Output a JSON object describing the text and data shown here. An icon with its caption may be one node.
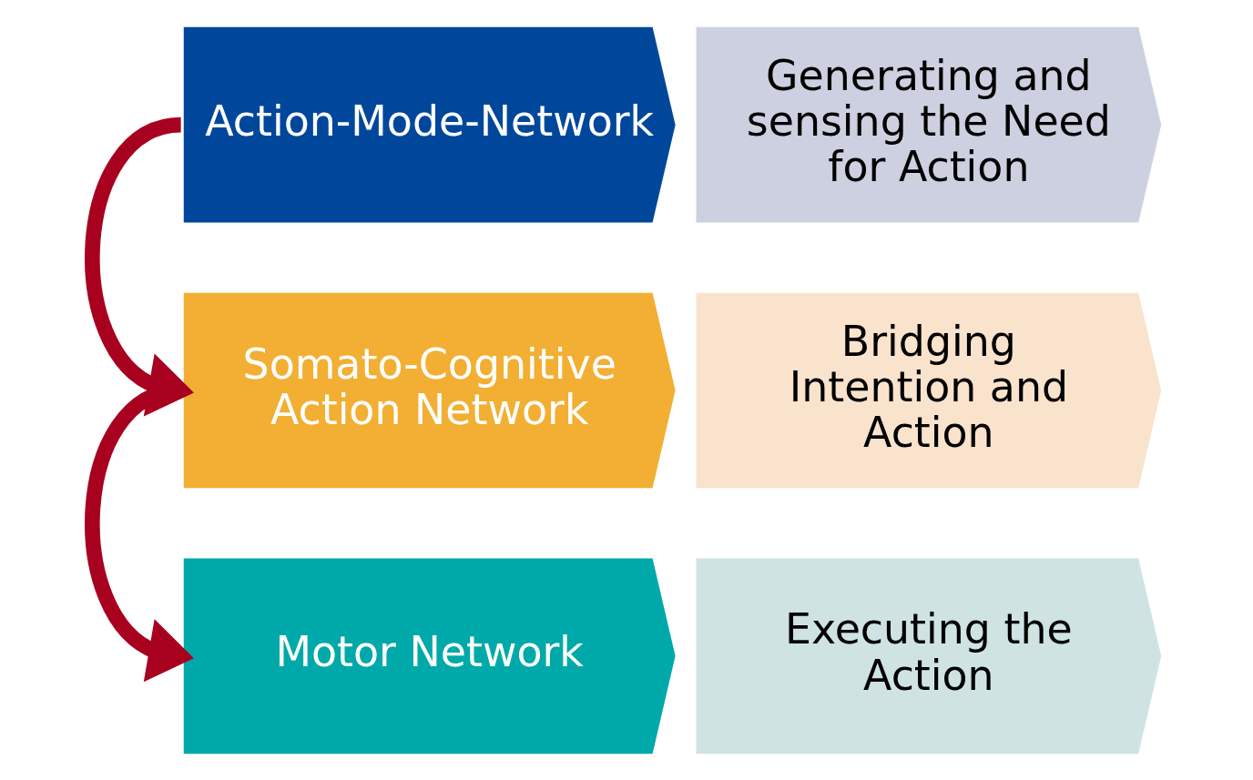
{
  "diagram": {
    "nodes": [
      {
        "text": [
          "Action-Mode-Network"
        ]
      },
      {
        "text": [
          "Generating and sensing the Need for Action"
        ]
      },
      {
        "text": [
          "Somato-Cognitive Action Network"
        ]
      },
      {
        "text": [
          "Bridging Intention and Action"
        ]
      },
      {
        "text": [
          "Motor Network"
        ]
      },
      {
        "text": [
          "Executing the Action"
        ]
      }
    ],
    "edges": [
      {
        "from": 0,
        "to": 2,
        "arrow": "to"
      },
      {
        "from": 2,
        "to": 4,
        "arrow": "to"
      }
    ]
  }
}
